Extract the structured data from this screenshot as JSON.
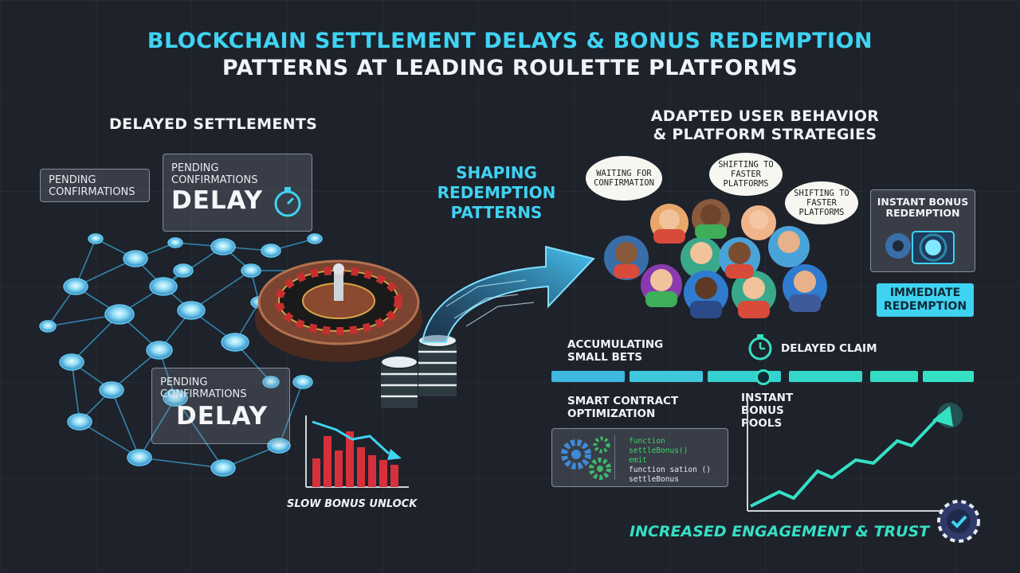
{
  "header": {
    "title_line1": "BLOCKCHAIN SETTLEMENT DELAYS & BONUS REDEMPTION",
    "title_line2": "PATTERNS AT LEADING ROULETTE PLATFORMS"
  },
  "left": {
    "heading": "DELAYED SETTLEMENTS",
    "label_pending": "PENDING CONFIRMATIONS",
    "card1_small": "PENDING CONFIRMATIONS",
    "card1_big": "DELAY",
    "card2_small": "PENDING CONFIRMATIONS",
    "card2_big": "DELAY",
    "chart_caption": "SLOW BONUS UNLOCK"
  },
  "middle": {
    "arrow_label": "SHAPING REDEMPTION PATTERNS"
  },
  "right": {
    "heading_line1": "ADAPTED USER BEHAVIOR",
    "heading_line2": "& PLATFORM STRATEGIES",
    "bubble1": "WAITING FOR CONFIRMATION",
    "bubble2": "SHIFTING TO FASTER PLATFORMS",
    "bubble3": "SHIFTING TO FASTER PLATFORMS",
    "instant_bonus_title": "INSTANT BONUS REDEMPTION",
    "immediate_redemption": "IMMEDIATE REDEMPTION",
    "accumulating": "ACCUMULATING SMALL BETS",
    "delayed_claim": "DELAYED CLAIM",
    "smart_contract": "SMART CONTRACT OPTIMIZATION",
    "instant_pools": "INSTANT BONUS POOLS",
    "code_line1": "function settleBonus()",
    "code_line2": "emit",
    "code_line3": "function sation ()",
    "code_line4": "settleBonus",
    "footer": "INCREASED ENGAGEMENT & TRUST"
  },
  "colors": {
    "accent_cyan": "#3fd3f2",
    "accent_teal": "#35e0c4",
    "bar_red": "#d8303a",
    "background": "#1e222b"
  }
}
